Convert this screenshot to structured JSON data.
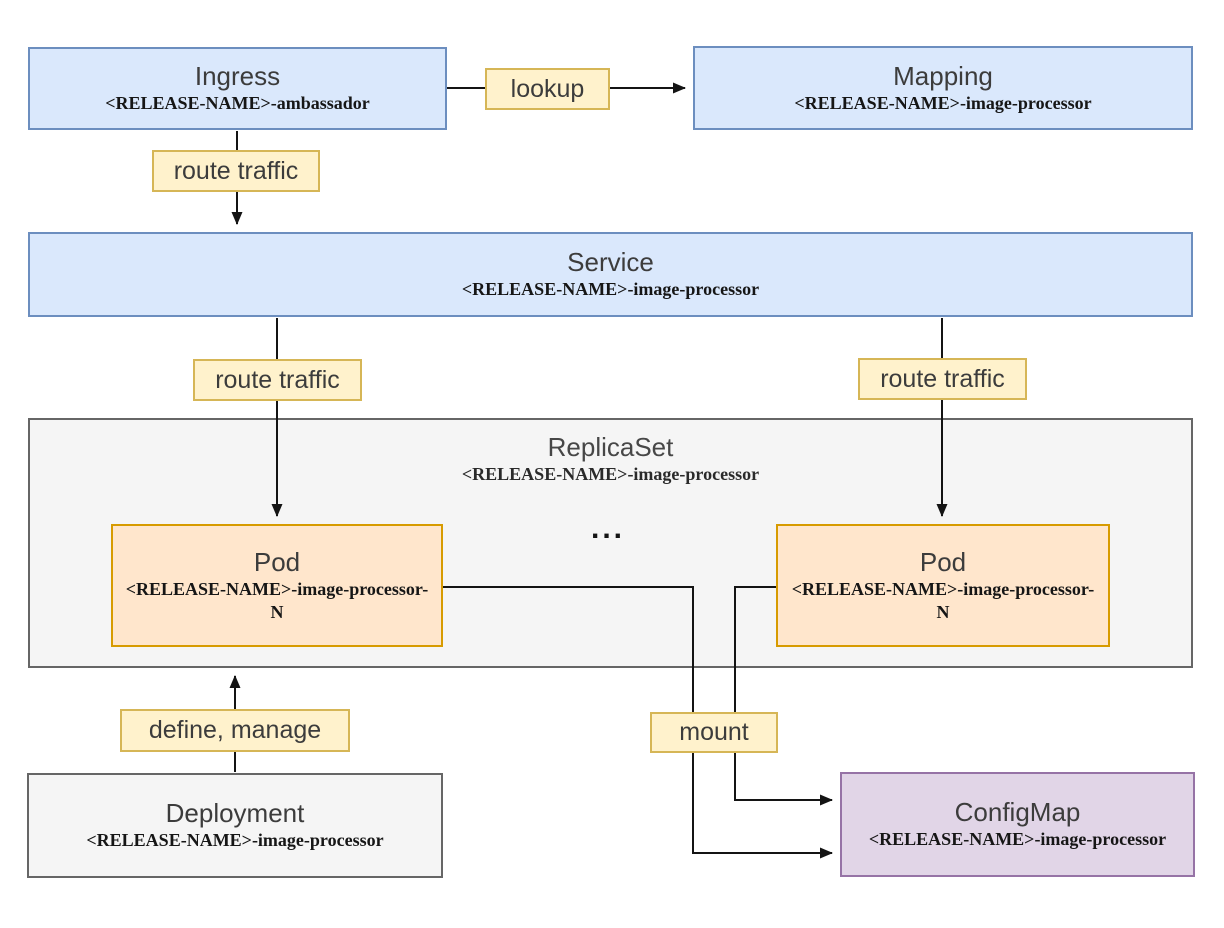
{
  "nodes": {
    "ingress": {
      "title": "Ingress",
      "subtitle": "<RELEASE-NAME>-ambassador"
    },
    "mapping": {
      "title": "Mapping",
      "subtitle": "<RELEASE-NAME>-image-processor"
    },
    "service": {
      "title": "Service",
      "subtitle": "<RELEASE-NAME>-image-processor"
    },
    "replicaset": {
      "title": "ReplicaSet",
      "subtitle": "<RELEASE-NAME>-image-processor"
    },
    "pod_left": {
      "title": "Pod",
      "subtitle": "<RELEASE-NAME>-image-processor-N"
    },
    "pod_right": {
      "title": "Pod",
      "subtitle": "<RELEASE-NAME>-image-processor-N"
    },
    "deployment": {
      "title": "Deployment",
      "subtitle": "<RELEASE-NAME>-image-processor"
    },
    "configmap": {
      "title": "ConfigMap",
      "subtitle": "<RELEASE-NAME>-image-processor"
    }
  },
  "edge_labels": {
    "lookup": "lookup",
    "route_traffic_ingress": "route traffic",
    "route_traffic_left": "route traffic",
    "route_traffic_right": "route traffic",
    "define_manage": "define, manage",
    "mount": "mount"
  },
  "ellipsis": "...",
  "colors": {
    "blue_fill": "#dae8fc",
    "blue_stroke": "#6c8ebf",
    "yellow_fill": "#fff2cc",
    "yellow_stroke": "#d6b656",
    "orange_fill": "#ffe6cc",
    "orange_stroke": "#d79b00",
    "gray_fill": "#f5f5f5",
    "gray_stroke": "#666666",
    "purple_fill": "#e1d5e7",
    "purple_stroke": "#9673a6",
    "line": "#141414"
  }
}
